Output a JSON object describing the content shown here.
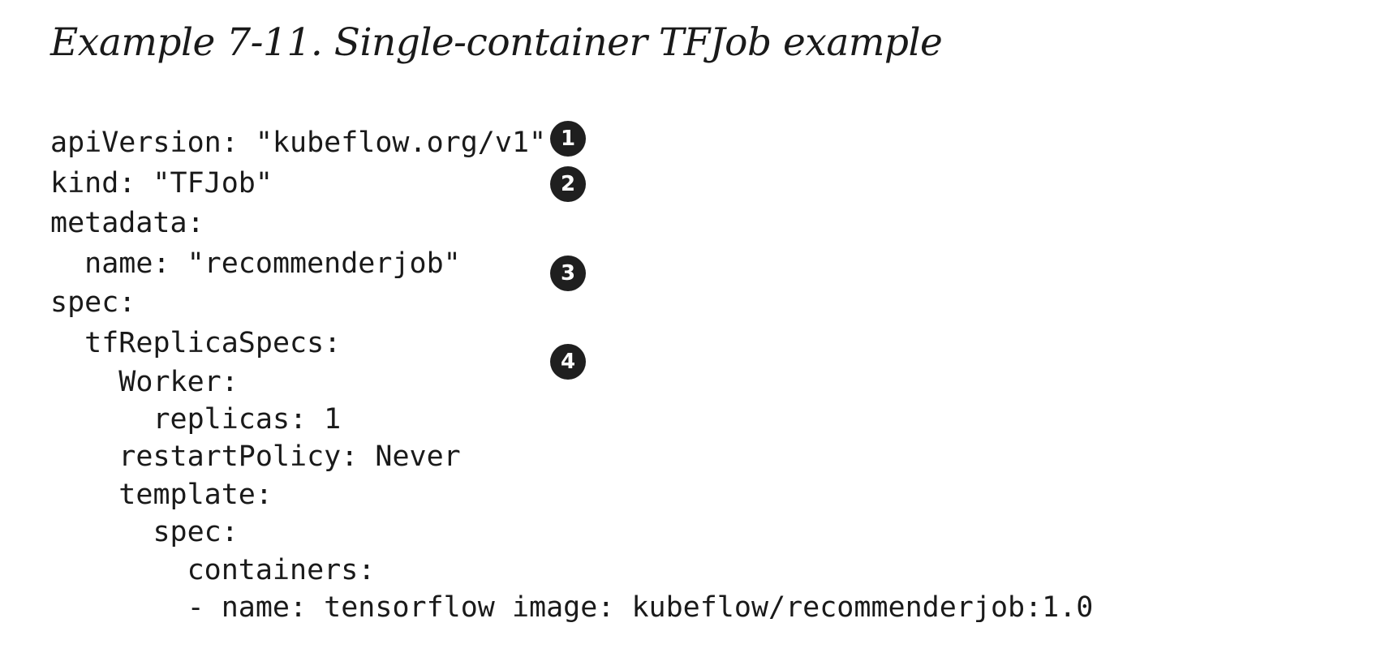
{
  "document": {
    "title": "Example 7-11. Single-container TFJob example"
  },
  "code": {
    "lines": [
      {
        "indent": "",
        "text": "apiVersion: \"kubeflow.org/v1\"",
        "callout": "1"
      },
      {
        "indent": "",
        "text": "kind: \"TFJob\"",
        "callout": "2"
      },
      {
        "indent": "",
        "text": "metadata:"
      },
      {
        "indent": "  ",
        "text": "name: \"recommenderjob\"",
        "callout": "3"
      },
      {
        "indent": "",
        "text": "spec:"
      },
      {
        "indent": "  ",
        "text": "tfReplicaSpecs:",
        "callout": "4"
      },
      {
        "indent": "    ",
        "text": "Worker:"
      },
      {
        "indent": "      ",
        "text": "replicas: 1"
      },
      {
        "indent": "    ",
        "text": "restartPolicy: Never"
      },
      {
        "indent": "    ",
        "text": "template:"
      },
      {
        "indent": "      ",
        "text": "spec:"
      },
      {
        "indent": "        ",
        "text": "containers:"
      },
      {
        "indent": "        ",
        "text": "- name: tensorflow image: kubeflow/recommenderjob:1.0"
      }
    ]
  }
}
